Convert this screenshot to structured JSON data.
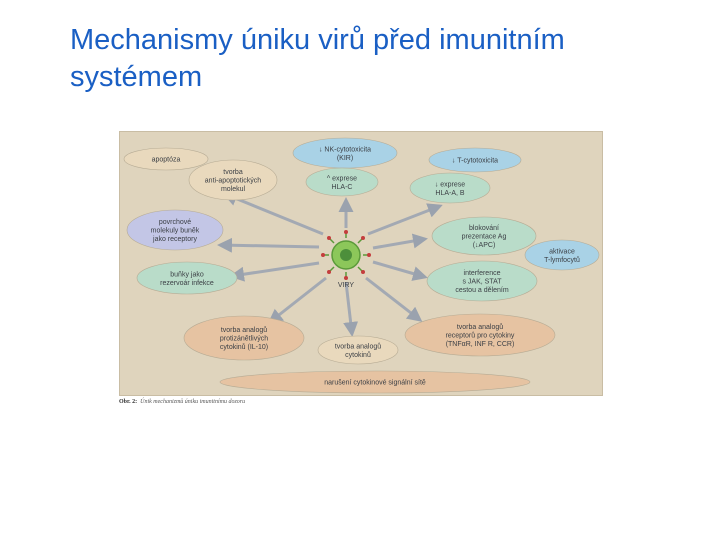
{
  "slide": {
    "title_line1": "Mechanismy úniku virů před imunitním",
    "title_line2": "systémem"
  },
  "figure": {
    "center_label": "VIRY",
    "caption_label": "Obr. 2:",
    "caption_text": "Únik mechanizmů úniku imunitnímu dozoru",
    "nodes": [
      {
        "name": "apoptoza",
        "lines": [
          "apoptóza"
        ],
        "fill": "#e9d9bd"
      },
      {
        "name": "nk-cytotoxicita",
        "lines": [
          "↓ NK-cytotoxicita",
          "(KIR)"
        ],
        "fill": "#a9d2e6"
      },
      {
        "name": "t-cytotoxicita",
        "lines": [
          "↓ T-cytotoxicita"
        ],
        "fill": "#a9d2e6"
      },
      {
        "name": "anti-apoptoticke-molekuly",
        "lines": [
          "tvorba",
          "anti-apoptotických",
          "molekul"
        ],
        "fill": "#e9d9bd"
      },
      {
        "name": "exprese-hla-c",
        "lines": [
          "^ exprese",
          "HLA-C"
        ],
        "fill": "#b9dcc9"
      },
      {
        "name": "exprese-hla-ab",
        "lines": [
          "↓ exprese",
          "HLA-A, B"
        ],
        "fill": "#b9dcc9"
      },
      {
        "name": "povrchove-molekuly",
        "lines": [
          "povrchové",
          "molekuly buněk",
          "jako receptory"
        ],
        "fill": "#c3c6e6"
      },
      {
        "name": "blokovani-prezentace",
        "lines": [
          "blokování",
          "prezentace Ag",
          "(↓APC)"
        ],
        "fill": "#b9dcc9"
      },
      {
        "name": "aktivace-t-lymfocytu",
        "lines": [
          "aktivace",
          "T-lymfocytů"
        ],
        "fill": "#a9d2e6"
      },
      {
        "name": "bunky-rezervoar",
        "lines": [
          "buňky jako",
          "rezervoár infekce"
        ],
        "fill": "#b9dcc9"
      },
      {
        "name": "interference-jak-stat",
        "lines": [
          "interference",
          "s JAK, STAT",
          "cestou a dělením"
        ],
        "fill": "#b9dcc9"
      },
      {
        "name": "analogy-protizanetlivych",
        "lines": [
          "tvorba analogů",
          "protizánětlivých",
          "cytokinů (IL-10)"
        ],
        "fill": "#e6c3a2"
      },
      {
        "name": "analogy-receptoru",
        "lines": [
          "tvorba analogů",
          "receptorů pro cytokiny",
          "(TNFαR, INF R, CCR)"
        ],
        "fill": "#e6c3a2"
      },
      {
        "name": "analogy-cytokinu",
        "lines": [
          "tvorba analogů",
          "cytokinů"
        ],
        "fill": "#e9d9bd"
      },
      {
        "name": "naruseni-signalni-site",
        "lines": [
          "narušení cytokinové signální sítě"
        ],
        "fill": "#e6c3a2"
      }
    ]
  }
}
